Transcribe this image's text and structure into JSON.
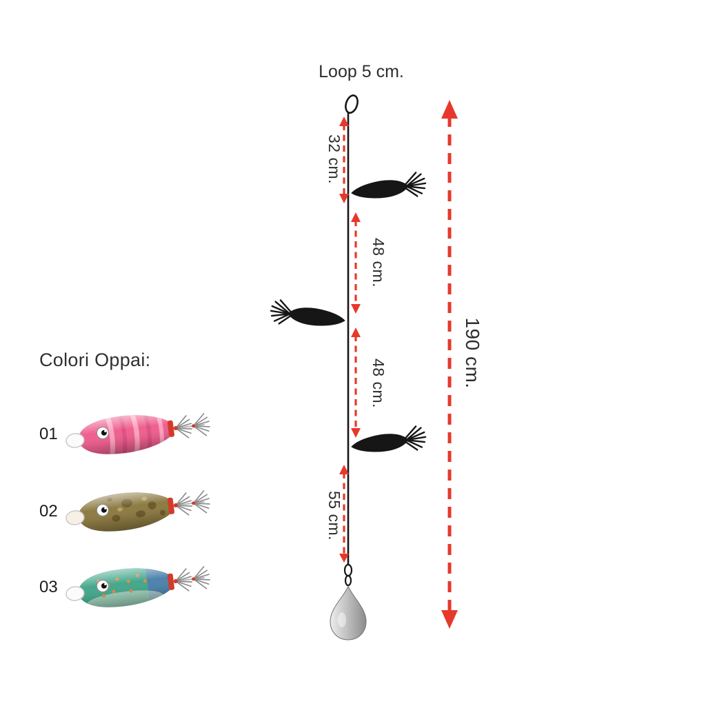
{
  "rig": {
    "loop_label": "Loop 5 cm.",
    "segments": [
      {
        "label": "32 cm."
      },
      {
        "label": "48 cm."
      },
      {
        "label": "48 cm."
      },
      {
        "label": "55 cm."
      }
    ],
    "total_label": "190 cm.",
    "accent_color": "#e6392b",
    "line_color": "#161616"
  },
  "colors_panel": {
    "title": "Colori Oppai:",
    "options": [
      {
        "number": "01",
        "name": "pink",
        "color": "#ef6090"
      },
      {
        "number": "02",
        "name": "brown camo",
        "color": "#8d7b43"
      },
      {
        "number": "03",
        "name": "green",
        "color": "#45a78c"
      }
    ]
  }
}
